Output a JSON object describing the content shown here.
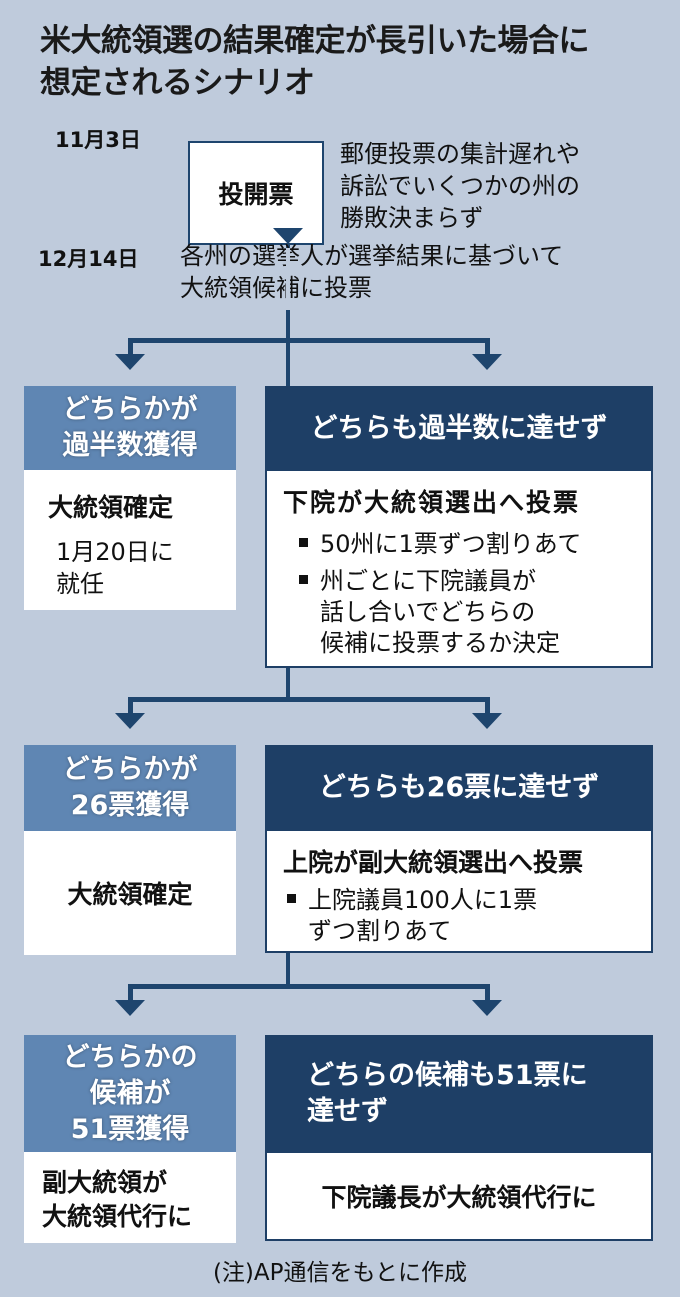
{
  "title": [
    "米大統領選の結果確定が長引いた場合に",
    "想定されるシナリオ"
  ],
  "step1": {
    "date": "11月3日",
    "box": "投開票",
    "note": [
      "郵便投票の集計遅れや",
      "訴訟でいくつかの州の",
      "勝敗決まらず"
    ]
  },
  "step2": {
    "date": "12月14日",
    "note": [
      "各州の選挙人が選挙結果に基づいて",
      "大統領候補に投票"
    ]
  },
  "row1": {
    "left_head": [
      "どちらかが",
      "過半数獲得"
    ],
    "left_body": {
      "bold": "大統領確定",
      "text": [
        "1月20日に",
        "就任"
      ]
    },
    "right_head": "どちらも過半数に達せず",
    "right_body": {
      "bold": "下院が大統領選出へ投票",
      "bullets": [
        [
          "50州に1票ずつ割りあて"
        ],
        [
          "州ごとに下院議員が",
          "話し合いでどちらの",
          "候補に投票するか決定"
        ]
      ]
    }
  },
  "row2": {
    "left_head": [
      "どちらかが",
      "26票獲得"
    ],
    "left_body": {
      "bold": "大統領確定"
    },
    "right_head": "どちらも26票に達せず",
    "right_body": {
      "bold": "上院が副大統領選出へ投票",
      "bullets": [
        [
          "上院議員100人に1票",
          "ずつ割りあて"
        ]
      ]
    }
  },
  "row3": {
    "left_head": [
      "どちらかの",
      "候補が",
      "51票獲得"
    ],
    "left_body": {
      "bold": [
        "副大統領が",
        "大統領代行に"
      ]
    },
    "right_head": [
      "どちらの候補も51票に",
      "達せず"
    ],
    "right_body": {
      "bold": "下院議長が大統領代行に"
    }
  },
  "footer": "(注)AP通信をもとに作成",
  "colors": {
    "background": "#bfcbdc",
    "navy": "#1e3f66",
    "light_blue": "#5f86b3",
    "line": "#1e456e"
  }
}
